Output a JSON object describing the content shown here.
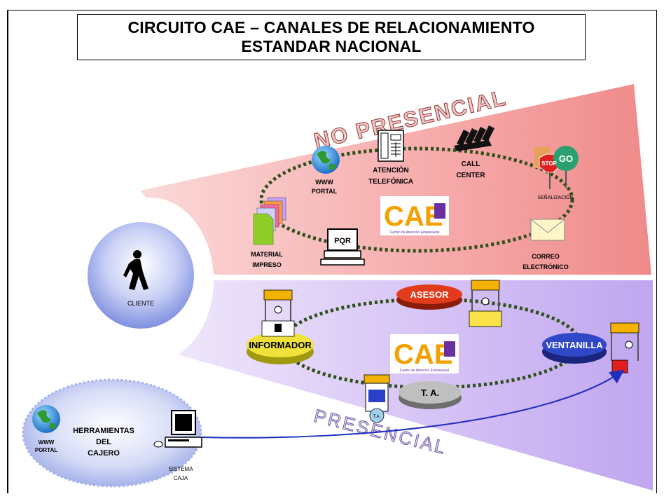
{
  "title": {
    "line1": "CIRCUITO CAE – CANALES DE RELACIONAMIENTO",
    "line2": "ESTANDAR NACIONAL"
  },
  "zones": {
    "no_presencial": "NO PRESENCIAL",
    "presencial": "PRESENCIAL"
  },
  "client": {
    "label": "CLIENTE"
  },
  "no_presencial_channels": {
    "portal_line1": "WWW",
    "portal_line2": "PORTAL",
    "phone_line1": "ATENCIÓN",
    "phone_line2": "TELEFÓNICA",
    "callcenter_line1": "CALL",
    "callcenter_line2": "CENTER",
    "signage": "SEÑALIZACIÓN",
    "signage_stop": "STOP",
    "signage_go": "GO",
    "material_line1": "MATERIAL",
    "material_line2": "IMPRESO",
    "pqr": "PQR",
    "email_line1": "CORREO",
    "email_line2": "ELECTRÓNICO"
  },
  "presencial_channels": {
    "asesor": "ASESOR",
    "informador": "INFORMADOR",
    "ventanilla": "VENTANILLA",
    "ta": "T. A.",
    "ta_small": "T.A."
  },
  "cae_logo": {
    "letters": "CAE",
    "caption": "Centro de Atención Empresarial"
  },
  "cashier_tools": {
    "portal_line1": "WWW",
    "portal_line2": "PORTAL",
    "title_line1": "HERRAMIENTAS",
    "title_line2": "DEL",
    "title_line3": "CAJERO",
    "system_line1": "SISTEMA",
    "system_line2": "CAJA"
  },
  "colors": {
    "no_presencial_fill": "#f4a0a0",
    "presencial_fill": "#c9b3f0",
    "circuit_dots": "#2f4f1a",
    "asesor": "#e23b1c",
    "informador": "#f0e23a",
    "ventanilla": "#3047c8",
    "ta": "#b8b8b8",
    "client_circle": "#8a99e8",
    "arrow": "#1f2fc0"
  }
}
